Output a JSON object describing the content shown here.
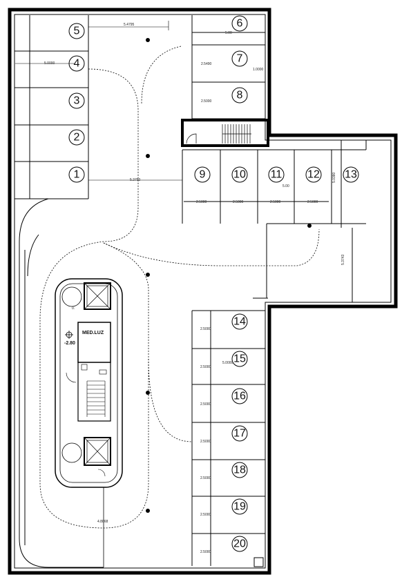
{
  "spaces": [
    {
      "num": "1"
    },
    {
      "num": "2"
    },
    {
      "num": "3"
    },
    {
      "num": "4"
    },
    {
      "num": "5"
    },
    {
      "num": "6"
    },
    {
      "num": "7"
    },
    {
      "num": "8"
    },
    {
      "num": "9"
    },
    {
      "num": "10"
    },
    {
      "num": "11"
    },
    {
      "num": "12"
    },
    {
      "num": "13"
    },
    {
      "num": "14"
    },
    {
      "num": "15"
    },
    {
      "num": "16"
    },
    {
      "num": "17"
    },
    {
      "num": "18"
    },
    {
      "num": "19"
    },
    {
      "num": "20"
    }
  ],
  "dimensions": {
    "top_width": "5.4795",
    "left_depth": "5.0000",
    "right_top_depth": "5.00",
    "sp7_width": "2.5490",
    "sp7_side": "1.0000",
    "sp8_width": "2.5000",
    "aisle": "5.3750",
    "row_9": "2.5000",
    "row_10": "2.5000",
    "row_11": "2.5000",
    "row_12": "2.5000",
    "sp11_depth": "5.00",
    "sp13_depth": "5.0380",
    "ramp": "5.3743",
    "sp14": "2.5000",
    "sp15_w": "2.5000",
    "sp15_depth": "5.0000",
    "sp16": "2.5000",
    "sp17": "2.5000",
    "sp18": "2.5000",
    "sp19": "2.5000",
    "sp20": "2.5000",
    "bottom_aisle": "4.8868"
  },
  "core": {
    "room_label": "MED.LUZ",
    "level": "-2.80",
    "tiny": "0."
  }
}
